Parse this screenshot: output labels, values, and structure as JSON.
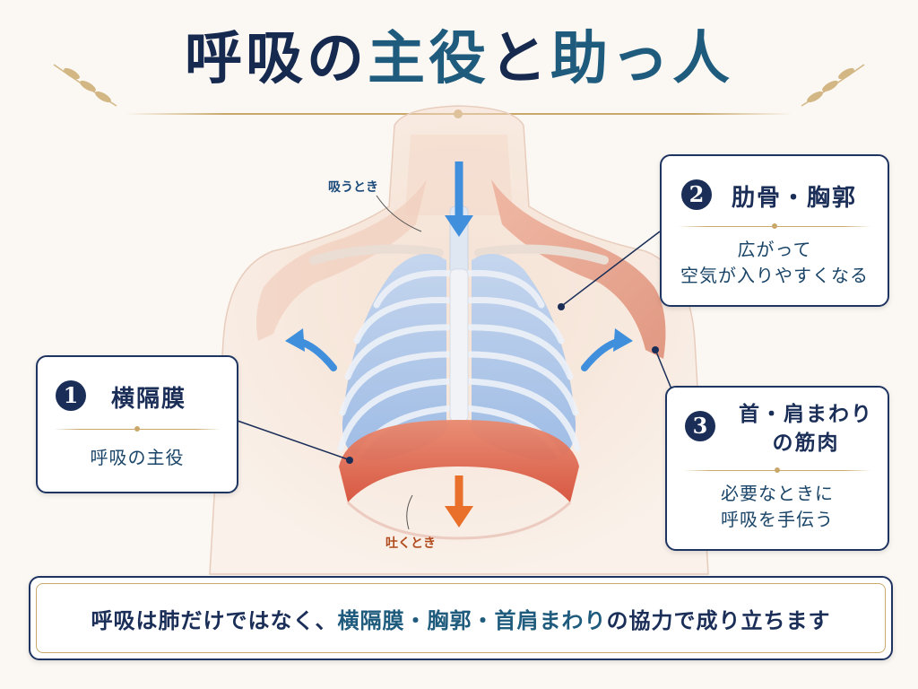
{
  "title": {
    "part1": "呼吸の",
    "part2": "主役",
    "part3": "と",
    "part4": "助っ人"
  },
  "labels": {
    "inhale": "吸うとき",
    "exhale": "吐くとき"
  },
  "cards": [
    {
      "number": "1",
      "title": "横隔膜",
      "desc_line1": "呼吸の主役"
    },
    {
      "number": "2",
      "title": "肋骨・胸郭",
      "desc_line1": "広がって",
      "desc_line2": "空気が入りやすくなる"
    },
    {
      "number": "3",
      "title_line1": "首・肩まわり",
      "title_line2": "の筋肉",
      "desc_line1": "必要なときに",
      "desc_line2": "呼吸を手伝う"
    }
  ],
  "footer": {
    "part1": "呼吸は肺だけではなく、",
    "part2": "横隔膜・胸郭・首肩まわり",
    "part3": "の協力で成り立ちます"
  },
  "colors": {
    "navy": "#1a2e58",
    "teal": "#1f5b7d",
    "gold": "#c9a86a",
    "lung_blue": "#8fb4e6",
    "diaphragm_red": "#e0604a",
    "inhale_arrow": "#3f8fdc",
    "exhale_arrow": "#e8702a",
    "muscle": "#e7a08a"
  }
}
